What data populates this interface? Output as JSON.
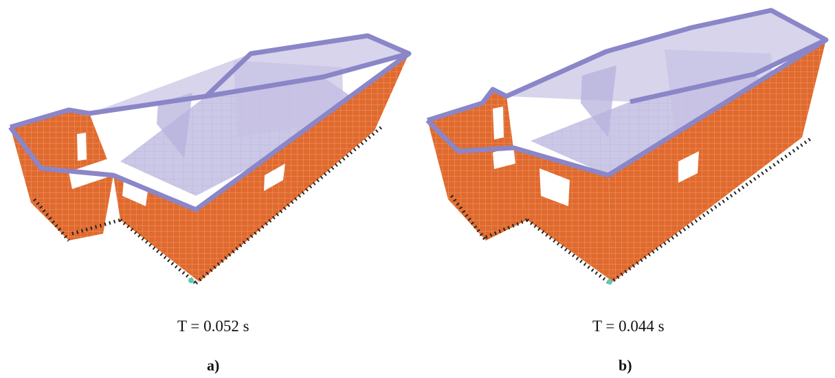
{
  "figures": [
    {
      "id": "a",
      "period_text": "T = 0.052 s",
      "label": "a)"
    },
    {
      "id": "b",
      "period_text": "T = 0.044 s",
      "label": "b)"
    }
  ],
  "colors": {
    "brick": "#e06a2e",
    "brick_dark": "#b94c1c",
    "mesh_line": "#f4b089",
    "slab": "#bdb8de",
    "slab_edge": "#8c86c4",
    "wall_top": "#8a86c8",
    "support": "#222222",
    "base_node": "#5fc9b3"
  }
}
